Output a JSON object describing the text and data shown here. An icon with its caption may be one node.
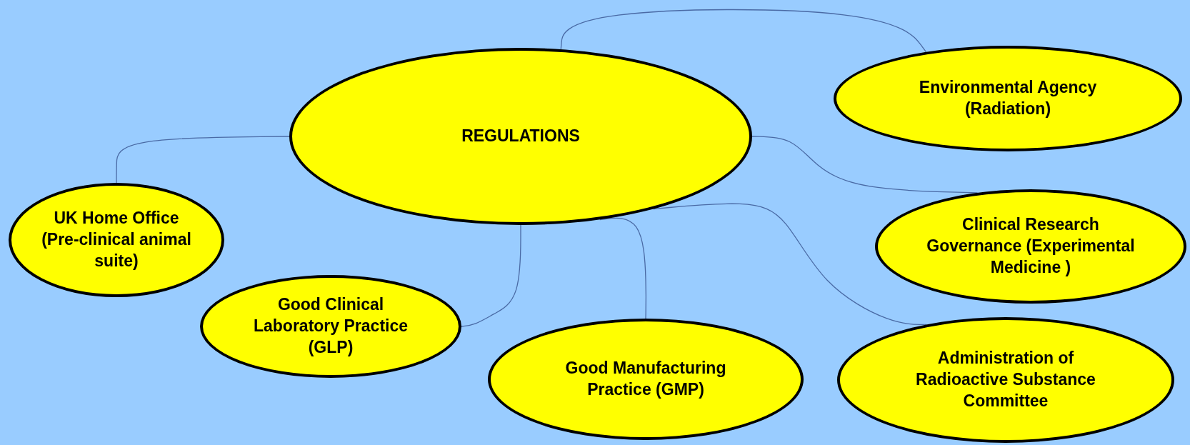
{
  "diagram": {
    "nodes": [
      {
        "text": [
          "REGULATIONS"
        ]
      },
      {
        "text": [
          "Environmental Agency (Radiation)"
        ]
      },
      {
        "text": [
          "Clinical Research Governance (Experimental Medicine )"
        ]
      },
      {
        "text": [
          "Administration of Radioactive Substance Committee"
        ]
      },
      {
        "text": [
          "Good Manufacturing Practice (GMP)"
        ]
      },
      {
        "text": [
          "Good Clinical Laboratory Practice (GLP)"
        ]
      },
      {
        "text": [
          "UK Home Office (Pre-clinical animal suite)"
        ]
      }
    ],
    "edges": [
      {
        "from": 0,
        "to": 1,
        "arrow": "none"
      },
      {
        "from": 0,
        "to": 2,
        "arrow": "none"
      },
      {
        "from": 0,
        "to": 3,
        "arrow": "none"
      },
      {
        "from": 0,
        "to": 4,
        "arrow": "none"
      },
      {
        "from": 0,
        "to": 5,
        "arrow": "none"
      },
      {
        "from": 0,
        "to": 6,
        "arrow": "none"
      }
    ]
  }
}
